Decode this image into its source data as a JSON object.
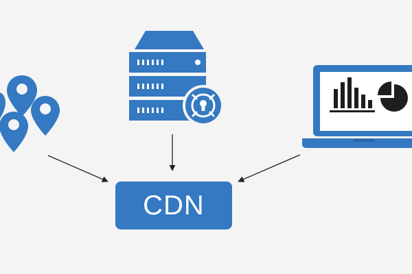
{
  "diagram": {
    "center_node": {
      "label": "CDN"
    },
    "nodes": [
      {
        "name": "locations",
        "icon": "map-pin-icons"
      },
      {
        "name": "secure-server",
        "icon": "server-with-lock-icon"
      },
      {
        "name": "analytics-laptop",
        "icon": "laptop-with-charts-icon"
      }
    ],
    "edges": [
      {
        "from": "locations",
        "to": "cdn"
      },
      {
        "from": "secure-server",
        "to": "cdn"
      },
      {
        "from": "analytics-laptop",
        "to": "cdn"
      }
    ]
  },
  "colors": {
    "primary": "#3479c1",
    "background": "#f4f4f4",
    "arrow": "#222222",
    "dark": "#1e1e1e"
  }
}
